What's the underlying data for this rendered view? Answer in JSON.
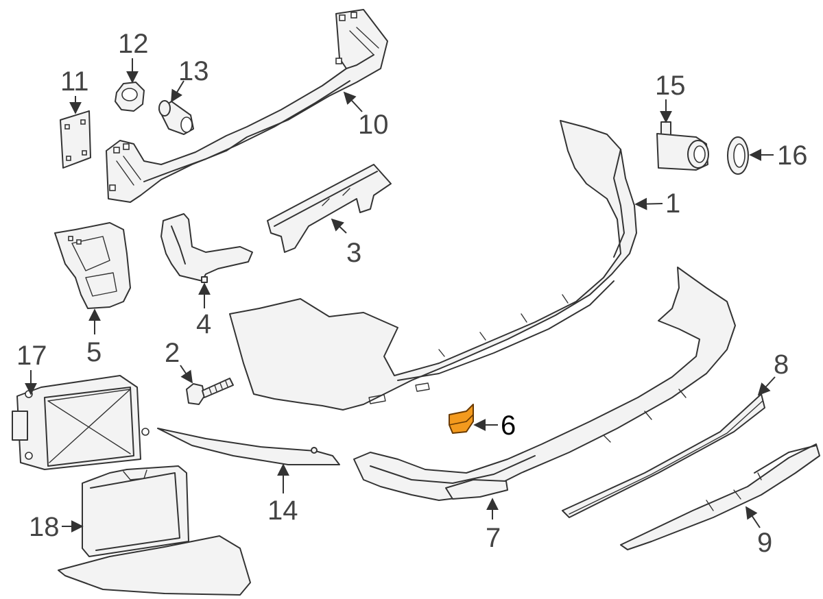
{
  "highlight_color": "#f39a1e",
  "callouts": {
    "c1": "1",
    "c2": "2",
    "c3": "3",
    "c4": "4",
    "c5": "5",
    "c6": "6",
    "c7": "7",
    "c8": "8",
    "c9": "9",
    "c10": "10",
    "c11": "11",
    "c12": "12",
    "c13": "13",
    "c14": "14",
    "c15": "15",
    "c16": "16",
    "c17": "17",
    "c18": "18"
  }
}
